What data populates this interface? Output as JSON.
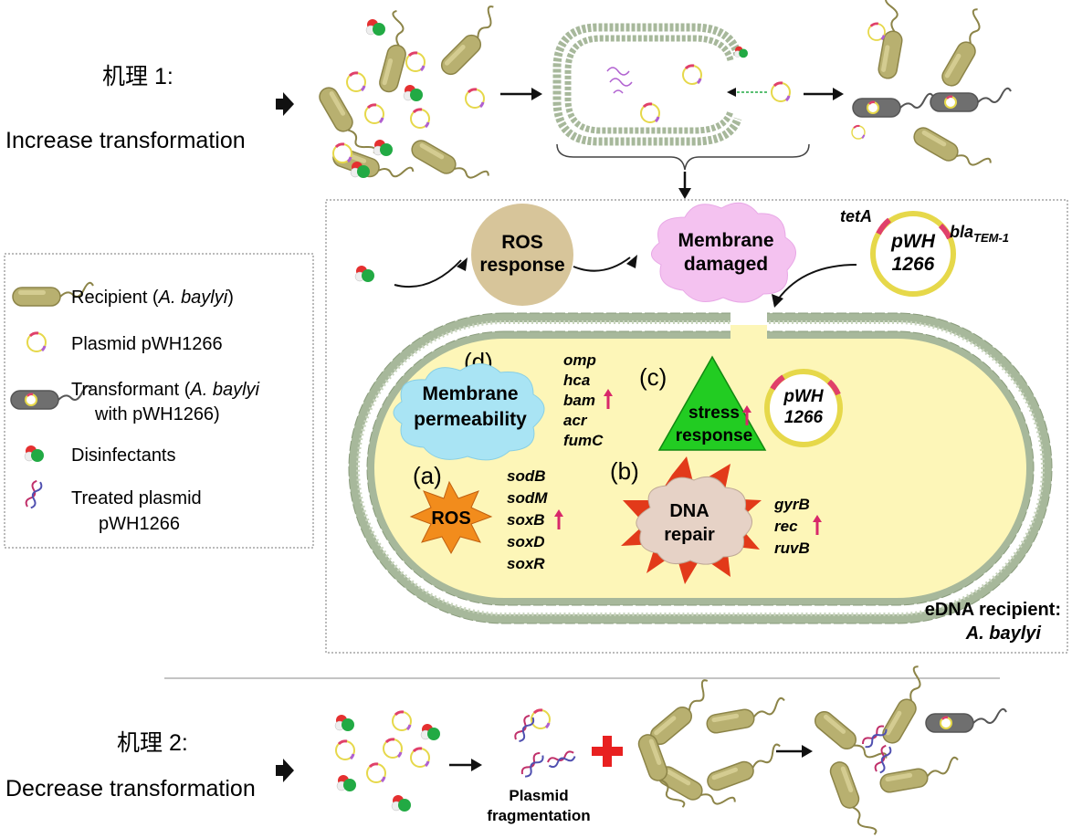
{
  "mechanism1": {
    "title": "机理 1:",
    "subtitle": "Increase transformation"
  },
  "mechanism2": {
    "title": "机理 2:",
    "subtitle": "Decrease transformation",
    "fragmentation_label_1": "Plasmid",
    "fragmentation_label_2": "fragmentation"
  },
  "legend": {
    "recipient_prefix": "Recipient (",
    "recipient_italic": "A. baylyi",
    "recipient_suffix": ")",
    "plasmid": "Plasmid pWH1266",
    "transformant_line1_prefix": "Transformant (",
    "transformant_line1_italic": "A. baylyi",
    "transformant_line2": "with pWH1266)",
    "disinfectants": "Disinfectants",
    "treated_line1": "Treated plasmid",
    "treated_line2": "pWH1266"
  },
  "cell": {
    "ros_response_1": "ROS",
    "ros_response_2": "response",
    "membrane_damaged_1": "Membrane",
    "membrane_damaged_2": "damaged",
    "plasmid_outer_1": "pWH",
    "plasmid_outer_2": "1266",
    "tetA": "tetA",
    "bla": "bla",
    "bla_sub": "TEM-1",
    "label_a": "(a)",
    "label_b": "(b)",
    "label_c": "(c)",
    "label_d": "(d)",
    "ros": "ROS",
    "dna_repair_1": "DNA",
    "dna_repair_2": "repair",
    "stress_1": "stress",
    "stress_2": "response",
    "membrane_perm_1": "Membrane",
    "membrane_perm_2": "permeability",
    "plasmid_inner_1": "pWH",
    "plasmid_inner_2": "1266",
    "genes_ros": [
      "sodB",
      "sodM",
      "soxB",
      "soxD",
      "soxR"
    ],
    "genes_mem": [
      "omp",
      "hca",
      "bam",
      "acr",
      "fumC"
    ],
    "genes_dna": [
      "gyrB",
      "rec",
      "ruvB"
    ],
    "recipient_1": "eDNA recipient:",
    "recipient_2": "A. baylyi"
  },
  "colors": {
    "bacterium": "#b8b070",
    "bacterium_dark": "#8c8448",
    "transformant": "#6f6f6f",
    "plasmid_ring": "#e6d84a",
    "plasmid_mark": "#e0406a",
    "cell_inside": "#fdf6b8",
    "lipid_head": "#a7b89b",
    "ros_star": "#f28c1c",
    "stress_triangle": "#22cc22",
    "membrane_cloud": "#a9e4f4",
    "damaged_cloud": "#f4c2f0",
    "ros_response_circle": "#d7c59a",
    "up_arrow": "#d8286a",
    "red_cross": "#e82020"
  }
}
